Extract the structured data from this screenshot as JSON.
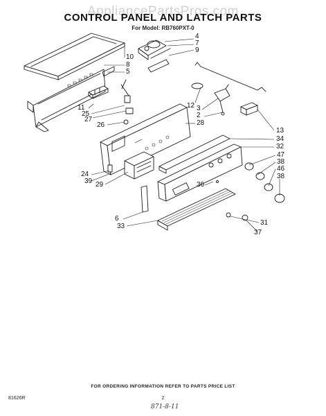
{
  "watermark": "AppliancePartsPros.com",
  "header": {
    "title": "CONTROL PANEL AND LATCH PARTS",
    "subtitle": "For Model: RB760PXT-0"
  },
  "part_labels": [
    "4",
    "7",
    "9",
    "10",
    "8",
    "5",
    "2",
    "11",
    "25",
    "12",
    "3",
    "27",
    "26",
    "28",
    "13",
    "34",
    "32",
    "47",
    "38",
    "46",
    "24",
    "39",
    "29",
    "36",
    "38",
    "6",
    "33",
    "31",
    "37"
  ],
  "footer": {
    "note": "FOR ORDERING INFORMATION REFER TO PARTS PRICE LIST",
    "code": "81626R",
    "page_number": "2",
    "handwritten": "871-8-11"
  }
}
